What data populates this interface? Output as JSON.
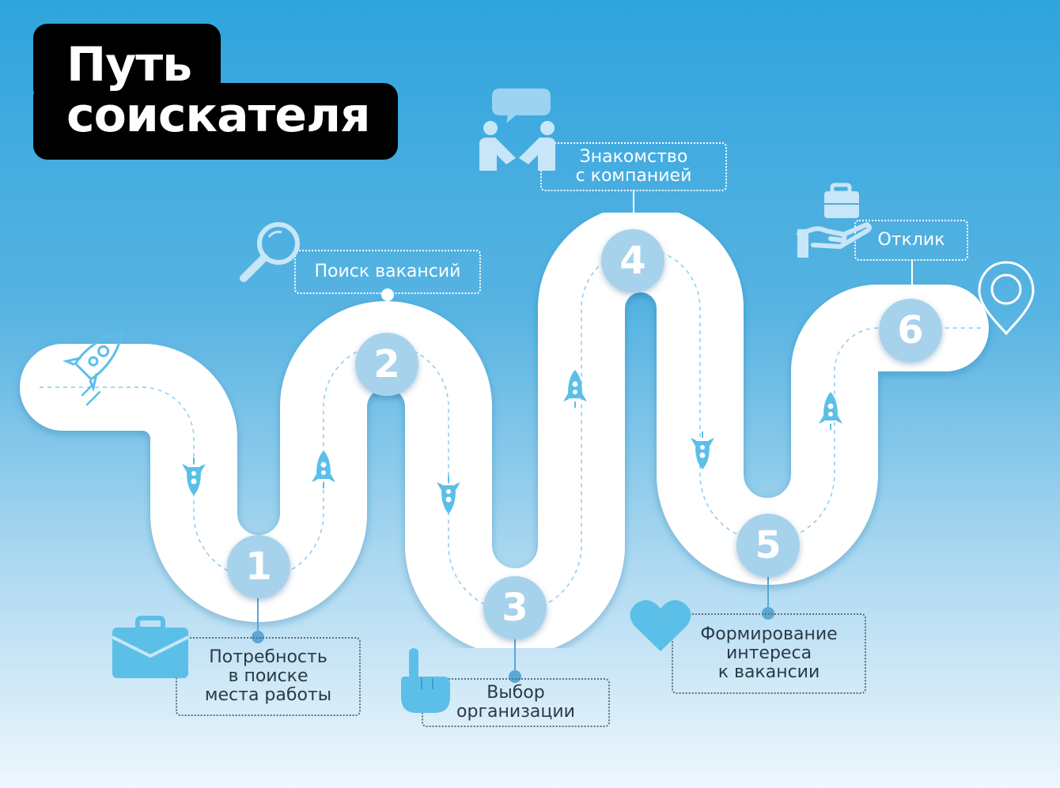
{
  "title": {
    "line1": "Путь",
    "line2": "соискателя"
  },
  "colors": {
    "accent": "#5bbfe8",
    "step_circle": "#a7d2ec",
    "road": "#ffffff"
  },
  "steps": [
    {
      "number": "1",
      "label": "Потребность\nв поиске\nместа работы",
      "icon": "briefcase-icon"
    },
    {
      "number": "2",
      "label": "Поиск вакансий",
      "icon": "magnifier-icon"
    },
    {
      "number": "3",
      "label": "Выбор\nорганизации",
      "icon": "pointing-hand-icon"
    },
    {
      "number": "4",
      "label": "Знакомство\nс компанией",
      "icon": "handshake-icon"
    },
    {
      "number": "5",
      "label": "Формирование\nинтереса\nк вакансии",
      "icon": "heart-icon"
    },
    {
      "number": "6",
      "label": "Отклик",
      "icon": "hand-with-case-icon"
    }
  ]
}
